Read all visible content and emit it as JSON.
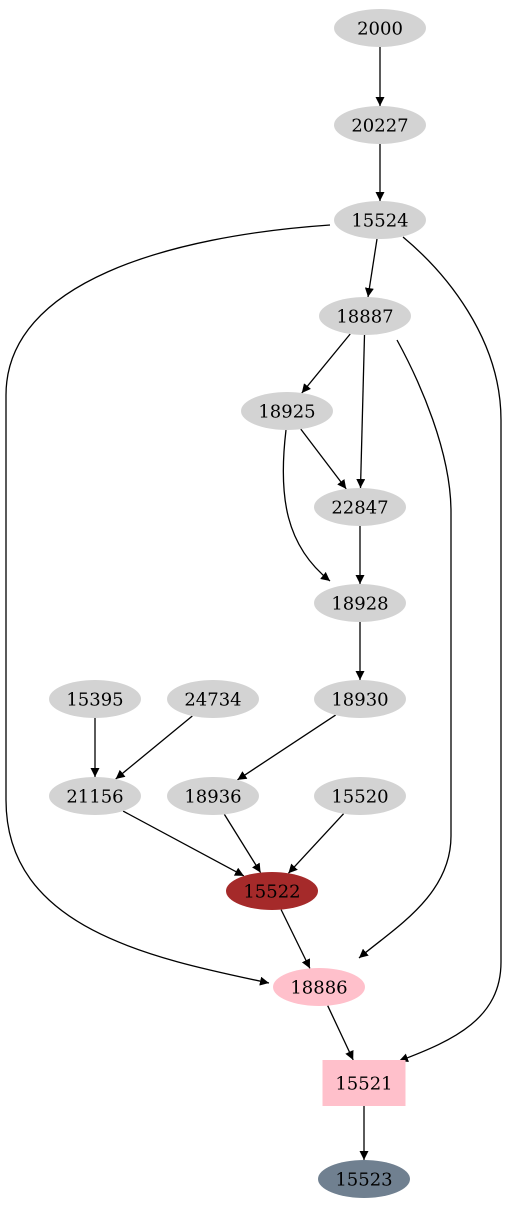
{
  "colors": {
    "default_node": "#d3d3d3",
    "highlight_node": "#a52a2a",
    "pink_node": "#ffc0cb",
    "slate_node": "#708090",
    "edge": "#000000"
  },
  "nodes": [
    {
      "id": "2000",
      "label": "2000",
      "shape": "ellipse",
      "fill": "#d3d3d3"
    },
    {
      "id": "20227",
      "label": "20227",
      "shape": "ellipse",
      "fill": "#d3d3d3"
    },
    {
      "id": "15524",
      "label": "15524",
      "shape": "ellipse",
      "fill": "#d3d3d3"
    },
    {
      "id": "18887",
      "label": "18887",
      "shape": "ellipse",
      "fill": "#d3d3d3"
    },
    {
      "id": "18925",
      "label": "18925",
      "shape": "ellipse",
      "fill": "#d3d3d3"
    },
    {
      "id": "22847",
      "label": "22847",
      "shape": "ellipse",
      "fill": "#d3d3d3"
    },
    {
      "id": "18928",
      "label": "18928",
      "shape": "ellipse",
      "fill": "#d3d3d3"
    },
    {
      "id": "15395",
      "label": "15395",
      "shape": "ellipse",
      "fill": "#d3d3d3"
    },
    {
      "id": "24734",
      "label": "24734",
      "shape": "ellipse",
      "fill": "#d3d3d3"
    },
    {
      "id": "18930",
      "label": "18930",
      "shape": "ellipse",
      "fill": "#d3d3d3"
    },
    {
      "id": "21156",
      "label": "21156",
      "shape": "ellipse",
      "fill": "#d3d3d3"
    },
    {
      "id": "18936",
      "label": "18936",
      "shape": "ellipse",
      "fill": "#d3d3d3"
    },
    {
      "id": "15520",
      "label": "15520",
      "shape": "ellipse",
      "fill": "#d3d3d3"
    },
    {
      "id": "15522",
      "label": "15522",
      "shape": "ellipse",
      "fill": "#a52a2a"
    },
    {
      "id": "18886",
      "label": "18886",
      "shape": "ellipse",
      "fill": "#ffc0cb"
    },
    {
      "id": "15521",
      "label": "15521",
      "shape": "box",
      "fill": "#ffc0cb"
    },
    {
      "id": "15523",
      "label": "15523",
      "shape": "ellipse",
      "fill": "#708090"
    }
  ],
  "edges": [
    {
      "from": "2000",
      "to": "20227"
    },
    {
      "from": "20227",
      "to": "15524"
    },
    {
      "from": "15524",
      "to": "18887"
    },
    {
      "from": "15524",
      "to": "18886"
    },
    {
      "from": "15524",
      "to": "15521"
    },
    {
      "from": "18887",
      "to": "18925"
    },
    {
      "from": "18887",
      "to": "22847"
    },
    {
      "from": "18887",
      "to": "18886"
    },
    {
      "from": "18925",
      "to": "22847"
    },
    {
      "from": "18925",
      "to": "18928"
    },
    {
      "from": "22847",
      "to": "18928"
    },
    {
      "from": "18928",
      "to": "18930"
    },
    {
      "from": "18930",
      "to": "18936"
    },
    {
      "from": "15395",
      "to": "21156"
    },
    {
      "from": "24734",
      "to": "21156"
    },
    {
      "from": "21156",
      "to": "15522"
    },
    {
      "from": "18936",
      "to": "15522"
    },
    {
      "from": "15520",
      "to": "15522"
    },
    {
      "from": "15522",
      "to": "18886"
    },
    {
      "from": "18886",
      "to": "15521"
    },
    {
      "from": "15521",
      "to": "15523"
    }
  ]
}
